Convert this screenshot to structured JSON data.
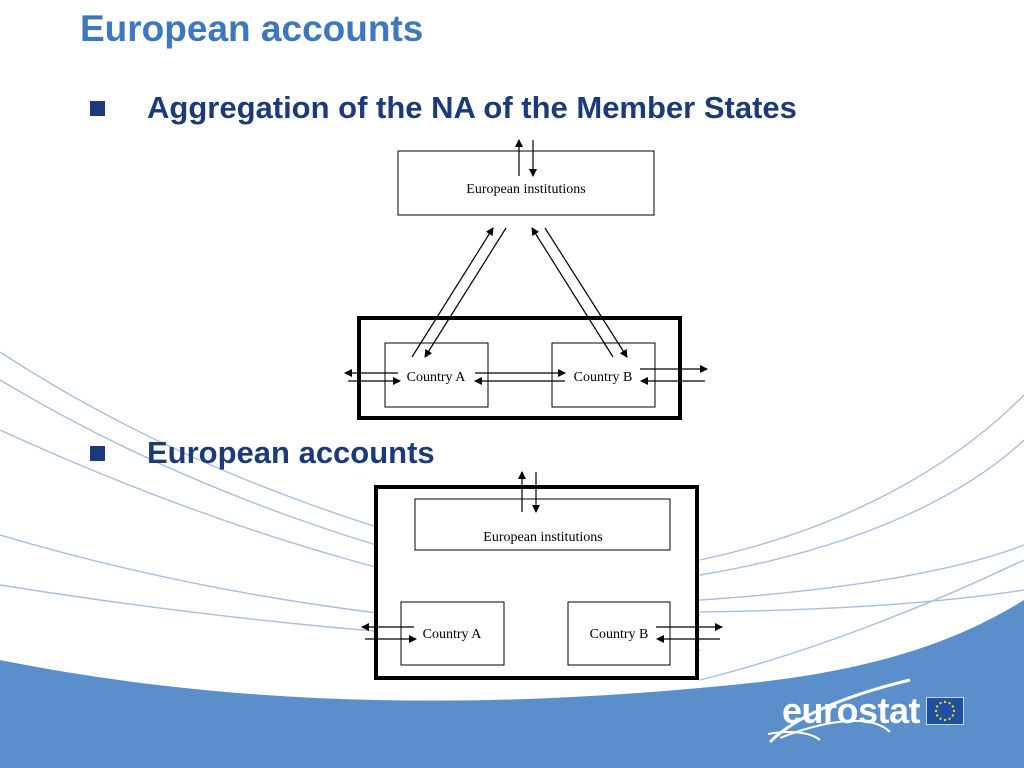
{
  "slide": {
    "title": "European accounts"
  },
  "bullets": [
    {
      "text": "Aggregation of the NA of the Member States"
    },
    {
      "text": "European accounts"
    }
  ],
  "diagram1": {
    "top_box": "European institutions",
    "left_box": "Country A",
    "right_box": "Country B"
  },
  "diagram2": {
    "top_box": "European institutions",
    "left_box": "Country A",
    "right_box": "Country B"
  },
  "logo": {
    "text": "eurostat"
  },
  "colors": {
    "title": "#3d78bf",
    "bullet_text": "#1c3a7a",
    "footer_band": "#5b8fcb",
    "swoosh_lines": "#a9bedb"
  }
}
